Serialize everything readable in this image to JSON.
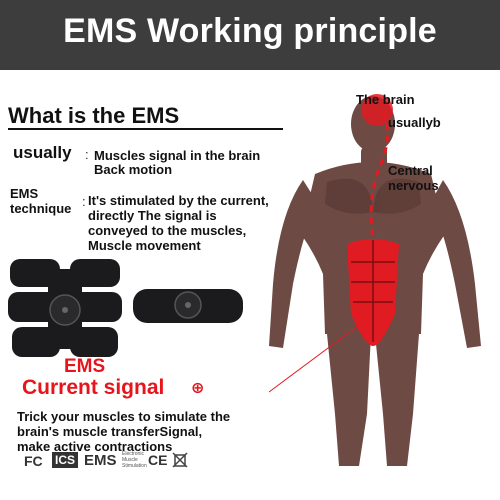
{
  "banner": {
    "title": "EMS Working principle"
  },
  "section": {
    "title": "What is the EMS"
  },
  "definitions": [
    {
      "term": "usually",
      "lines": [
        "Muscles signal in the brain",
        "Back motion"
      ]
    },
    {
      "term_lines": [
        "EMS",
        "technique"
      ],
      "lines": [
        "It's stimulated by the current,",
        "directly The signal is",
        "conveyed to the muscles,",
        "Muscle movement"
      ]
    }
  ],
  "callout": {
    "line1": "EMS",
    "line2": "Current signal",
    "marker": "⊕"
  },
  "caption": [
    "Trick your muscles to simulate the",
    "brain's muscle transferSignal,",
    "make active contractions"
  ],
  "figure_labels": {
    "brain": "The brain",
    "usually": "usuallyb",
    "central_1": "Central",
    "central_2": "nervous"
  },
  "certifications": {
    "fc": "FC",
    "ics": "ICS",
    "ems": "EMS",
    "ems_sub": [
      "Electronic",
      "Muscle",
      "Stimulation"
    ],
    "ce": "CE"
  },
  "colors": {
    "banner": "#3d3d3d",
    "accent_red": "#e8141b",
    "text": "#111111"
  }
}
